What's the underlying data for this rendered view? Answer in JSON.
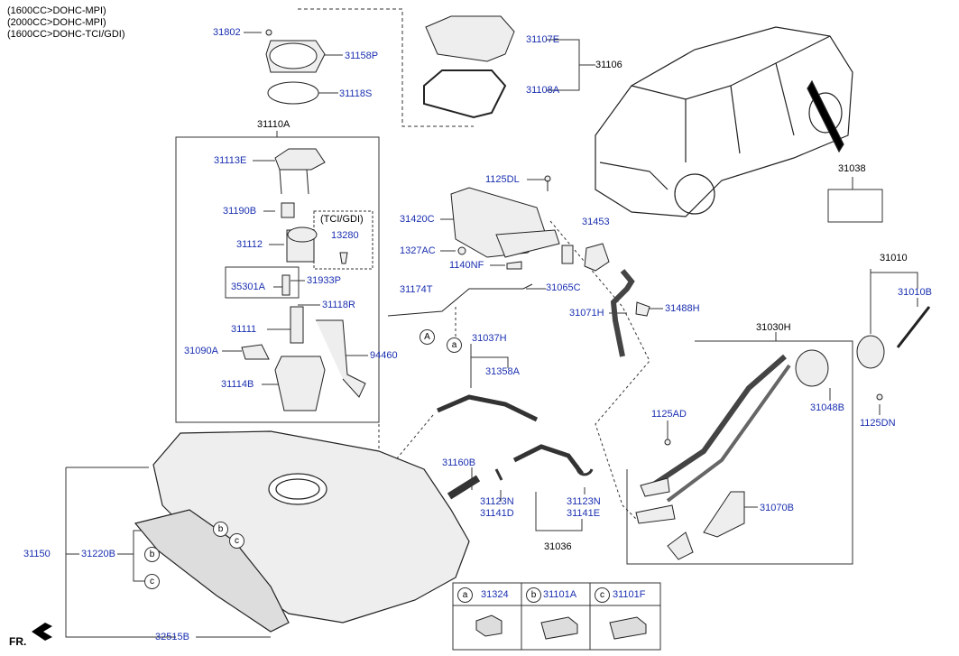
{
  "header": {
    "lines": [
      "(1600CC>DOHC-MPI)",
      "(2000CC>DOHC-MPI)",
      "(1600CC>DOHC-TCI/GDI)"
    ]
  },
  "callouts": {
    "p31802": "31802",
    "p31158P": "31158P",
    "p31118S": "31118S",
    "p31107E": "31107E",
    "p31106": "31106",
    "p31108A": "31108A",
    "p31110A": "31110A",
    "p31113E": "31113E",
    "p31190B": "31190B",
    "tci_note": "(TCI/GDI)",
    "p13280": "13280",
    "p31112": "31112",
    "p35301A": "35301A",
    "p31933P": "31933P",
    "p31118R": "31118R",
    "p31111": "31111",
    "p31090A": "31090A",
    "p94460": "94460",
    "p31114B": "31114B",
    "p1125DL": "1125DL",
    "p31420C": "31420C",
    "p31453": "31453",
    "p1327AC": "1327AC",
    "p1140NF": "1140NF",
    "p31174T": "31174T",
    "p31065C": "31065C",
    "p31071H": "31071H",
    "p31488H": "31488H",
    "p31037H": "31037H",
    "p31358A": "31358A",
    "p31038": "31038",
    "p31010": "31010",
    "p31010B": "31010B",
    "p31030H": "31030H",
    "p31048B": "31048B",
    "p1125DN": "1125DN",
    "p1125AD": "1125AD",
    "p31160B": "31160B",
    "p31123N_a": "31123N",
    "p31141D": "31141D",
    "p31123N_b": "31123N",
    "p31141E": "31141E",
    "p31036": "31036",
    "p31070B": "31070B",
    "p31150": "31150",
    "p31220B": "31220B",
    "p32515B": "32515B"
  },
  "markers": {
    "a": "a",
    "b": "b",
    "c": "c",
    "A": "A"
  },
  "legend": {
    "items": [
      {
        "marker": "a",
        "part": "31324"
      },
      {
        "marker": "b",
        "part": "31101A"
      },
      {
        "marker": "c",
        "part": "31101F"
      }
    ]
  },
  "orientation": {
    "label": "FR."
  },
  "colors": {
    "callout": "#1a2fb0",
    "line": "#333333"
  }
}
